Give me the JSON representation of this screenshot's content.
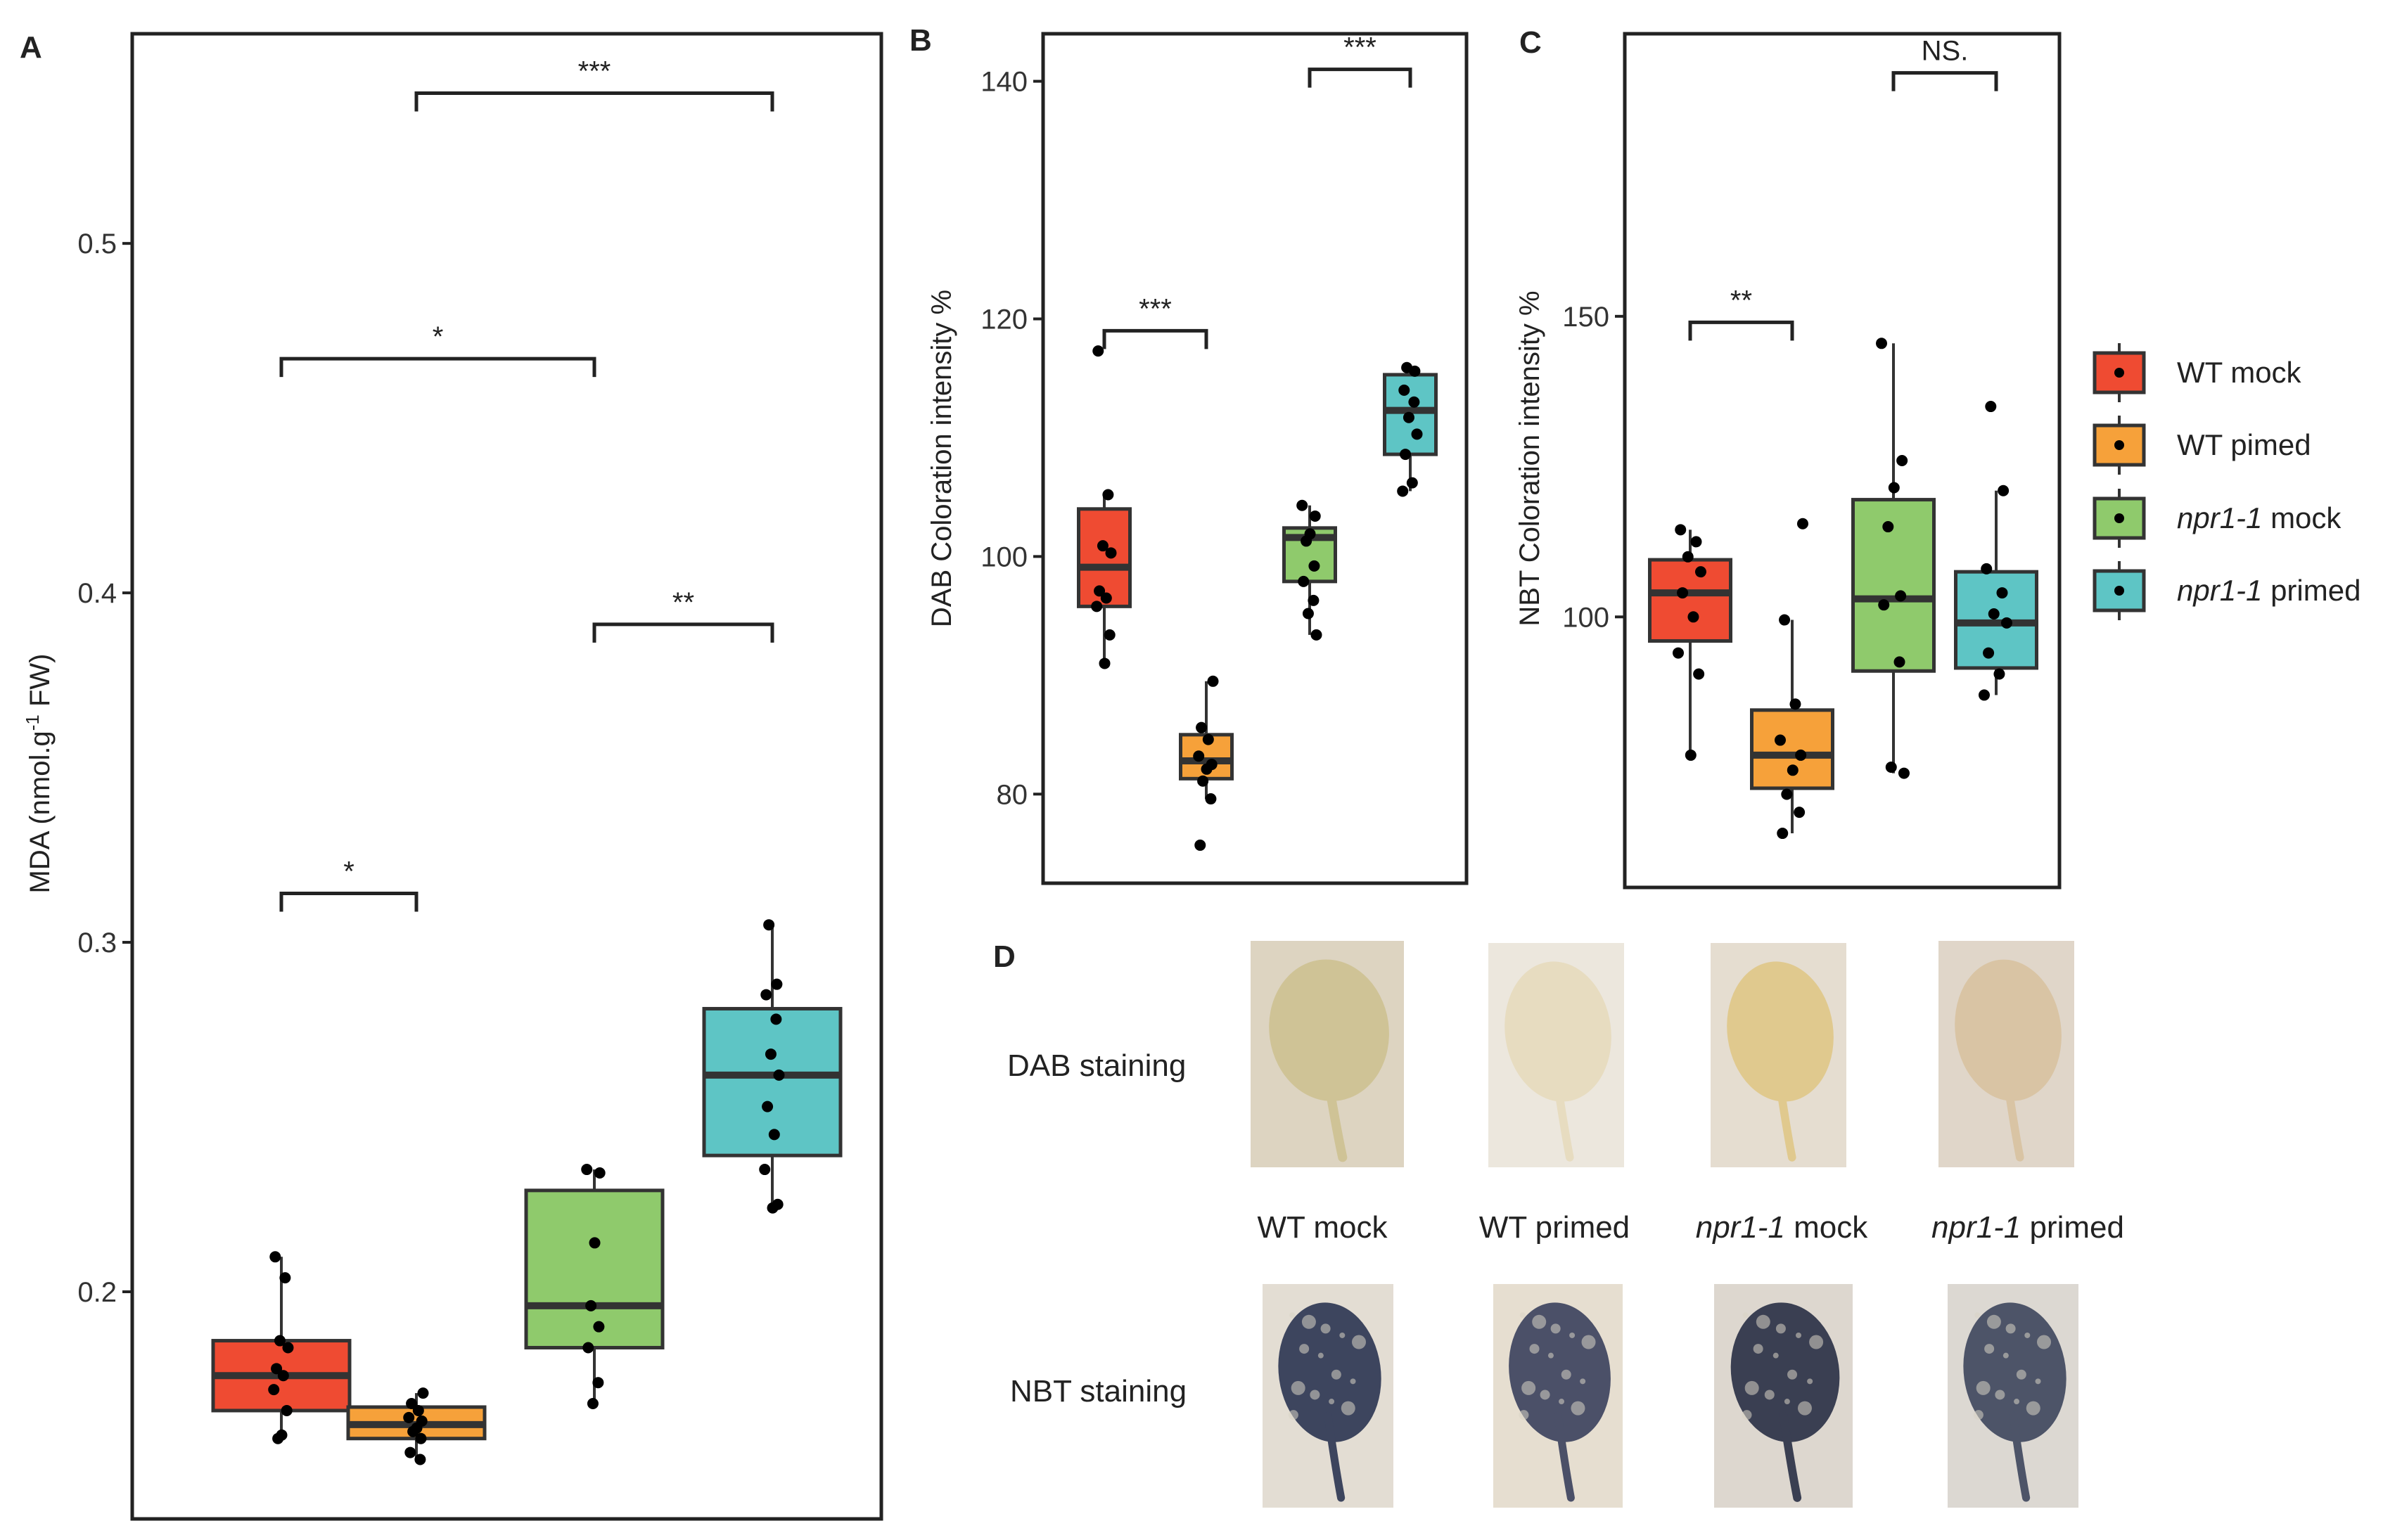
{
  "colors": {
    "wt_mock": "#ef4b32",
    "wt_primed": "#f6a13a",
    "npr1_mock": "#8fca6c",
    "npr1_primed": "#5ec5c5",
    "axis": "#222222",
    "box_edge": "#333333",
    "point": "#000000"
  },
  "chart_data": [
    {
      "panel": "A",
      "type": "box",
      "ylabel": "MDA (nmol.g-1 FW)",
      "ylabel_parts": [
        "MDA (nmol.g",
        "-1",
        " FW)"
      ],
      "ylim": [
        0.135,
        0.56
      ],
      "yticks": [
        0.2,
        0.3,
        0.4,
        0.5
      ],
      "ytick_labels": [
        "0.2",
        "0.3",
        "0.4",
        "0.5"
      ],
      "groups": [
        {
          "name": "WT mock",
          "color_key": "wt_mock",
          "whisker_low": 0.158,
          "q1": 0.166,
          "median": 0.176,
          "q3": 0.186,
          "whisker_high": 0.21,
          "points": [
            0.21,
            0.204,
            0.186,
            0.184,
            0.178,
            0.176,
            0.172,
            0.166,
            0.159,
            0.158
          ]
        },
        {
          "name": "WT primed",
          "color_key": "wt_primed",
          "whisker_low": 0.152,
          "q1": 0.158,
          "median": 0.162,
          "q3": 0.167,
          "whisker_high": 0.171,
          "points": [
            0.171,
            0.168,
            0.166,
            0.164,
            0.163,
            0.161,
            0.16,
            0.158,
            0.154,
            0.152
          ]
        },
        {
          "name": "npr1-1 mock",
          "color_key": "npr1_mock",
          "whisker_low": 0.168,
          "q1": 0.184,
          "median": 0.196,
          "q3": 0.229,
          "whisker_high": 0.235,
          "points": [
            0.235,
            0.234,
            0.214,
            0.196,
            0.19,
            0.184,
            0.174,
            0.168
          ]
        },
        {
          "name": "npr1-1 primed",
          "color_key": "npr1_primed",
          "whisker_low": 0.224,
          "q1": 0.239,
          "median": 0.262,
          "q3": 0.281,
          "whisker_high": 0.305,
          "points": [
            0.305,
            0.288,
            0.285,
            0.278,
            0.268,
            0.262,
            0.253,
            0.245,
            0.235,
            0.225,
            0.224
          ]
        }
      ],
      "significance": [
        {
          "from": 0,
          "to": 1,
          "y": 0.314,
          "label": "*"
        },
        {
          "from": 2,
          "to": 3,
          "y": 0.391,
          "label": "**"
        },
        {
          "from": 0,
          "to": 2,
          "y": 0.467,
          "label": "*"
        },
        {
          "from": 1,
          "to": 3,
          "y": 0.543,
          "label": "***"
        }
      ]
    },
    {
      "panel": "B",
      "type": "box",
      "ylabel": "DAB Coloration intensity %",
      "ylim": [
        72.5,
        144
      ],
      "yticks": [
        80,
        100,
        120,
        140
      ],
      "ytick_labels": [
        "80",
        "100",
        "120",
        "140"
      ],
      "groups": [
        {
          "name": "WT mock",
          "color_key": "wt_mock",
          "whisker_low": 91.0,
          "q1": 95.8,
          "median": 99.1,
          "q3": 104.0,
          "whisker_high": 105.2,
          "points": [
            117.3,
            105.2,
            100.9,
            100.3,
            97.1,
            96.5,
            95.8,
            93.4,
            91.0
          ]
        },
        {
          "name": "WT primed",
          "color_key": "wt_primed",
          "whisker_low": 79.6,
          "q1": 81.3,
          "median": 82.8,
          "q3": 85.0,
          "whisker_high": 89.5,
          "points": [
            89.5,
            85.6,
            84.6,
            83.2,
            82.5,
            82.1,
            81.1,
            79.6,
            75.7
          ]
        },
        {
          "name": "npr1-1 mock",
          "color_key": "npr1_mock",
          "whisker_low": 93.4,
          "q1": 97.9,
          "median": 101.6,
          "q3": 102.4,
          "whisker_high": 104.3,
          "points": [
            104.3,
            103.4,
            101.9,
            101.3,
            99.2,
            97.9,
            96.3,
            95.2,
            93.4
          ]
        },
        {
          "name": "npr1-1 primed",
          "color_key": "npr1_primed",
          "whisker_low": 105.5,
          "q1": 108.6,
          "median": 112.3,
          "q3": 115.3,
          "whisker_high": 115.9,
          "points": [
            115.9,
            115.6,
            114.0,
            113.0,
            111.7,
            110.3,
            108.6,
            106.2,
            105.5
          ]
        }
      ],
      "significance": [
        {
          "from": 0,
          "to": 1,
          "y": 119.0,
          "label": "***"
        },
        {
          "from": 2,
          "to": 3,
          "y": 141.0,
          "label": "***"
        }
      ]
    },
    {
      "panel": "C",
      "type": "box",
      "ylabel": "NBT Coloration intensity %",
      "ylim": [
        55,
        197
      ],
      "yticks": [
        100,
        150
      ],
      "ytick_labels": [
        "100",
        "150"
      ],
      "groups": [
        {
          "name": "WT mock",
          "color_key": "wt_mock",
          "whisker_low": 77.0,
          "q1": 96.0,
          "median": 104.0,
          "q3": 109.5,
          "whisker_high": 114.5,
          "points": [
            114.5,
            112.5,
            110.0,
            107.5,
            104.0,
            100.0,
            94.0,
            90.5,
            77.0
          ]
        },
        {
          "name": "WT primed",
          "color_key": "wt_primed",
          "whisker_low": 64.0,
          "q1": 71.5,
          "median": 77.0,
          "q3": 84.5,
          "whisker_high": 99.5,
          "points": [
            115.5,
            99.5,
            85.5,
            79.5,
            77.0,
            74.5,
            70.5,
            67.5,
            64.0
          ]
        },
        {
          "name": "npr1-1 mock",
          "color_key": "npr1_mock",
          "whisker_low": 74.0,
          "q1": 91.0,
          "median": 103.0,
          "q3": 119.5,
          "whisker_high": 145.5,
          "points": [
            145.5,
            126.0,
            121.5,
            115.0,
            103.5,
            102.0,
            92.5,
            75.0,
            74.0
          ]
        },
        {
          "name": "npr1-1 primed",
          "color_key": "npr1_primed",
          "whisker_low": 87.0,
          "q1": 91.5,
          "median": 99.0,
          "q3": 107.5,
          "whisker_high": 121.0,
          "points": [
            135.0,
            121.0,
            108.0,
            104.0,
            100.5,
            99.0,
            94.0,
            90.5,
            87.0
          ]
        }
      ],
      "significance": [
        {
          "from": 0,
          "to": 1,
          "y": 149.0,
          "label": "**"
        },
        {
          "from": 2,
          "to": 3,
          "y": 190.5,
          "label": "NS."
        }
      ]
    }
  ],
  "panels": {
    "a": "A",
    "b": "B",
    "c": "C",
    "d": "D"
  },
  "legend": {
    "items": [
      {
        "name": "WT mock",
        "color_key": "wt_mock",
        "plain": "WT mock",
        "italic": ""
      },
      {
        "name": "WT pimed",
        "color_key": "wt_primed",
        "plain": "WT pimed",
        "italic": ""
      },
      {
        "name": "npr1-1 mock",
        "color_key": "npr1_mock",
        "italic": "npr1-1",
        "plain": " mock"
      },
      {
        "name": "npr1-1 primed",
        "color_key": "npr1_primed",
        "italic": "npr1-1",
        "plain": " primed"
      }
    ]
  },
  "photos": {
    "row_labels": {
      "dab": "DAB staining",
      "nbt": "NBT staining"
    },
    "column_labels": [
      {
        "italic": "",
        "plain": "WT mock"
      },
      {
        "italic": "",
        "plain": "WT primed"
      },
      {
        "italic": "npr1-1",
        "plain": " mock"
      },
      {
        "italic": "npr1-1",
        "plain": " primed"
      }
    ],
    "dab_backgrounds": [
      "#ddd4c1",
      "#ece7dd",
      "#e5ddd0",
      "#e0d6c9"
    ],
    "dab_leaf_colors": [
      "#cfc396",
      "#e7dcc0",
      "#e0c98e",
      "#d9c4a4"
    ],
    "nbt_backgrounds": [
      "#e3ddd3",
      "#e6ded0",
      "#ddd7cf",
      "#dcd8d2"
    ],
    "nbt_leaf_colors": [
      "#3d455e",
      "#4b5068",
      "#3a3f52",
      "#4d5468"
    ]
  }
}
